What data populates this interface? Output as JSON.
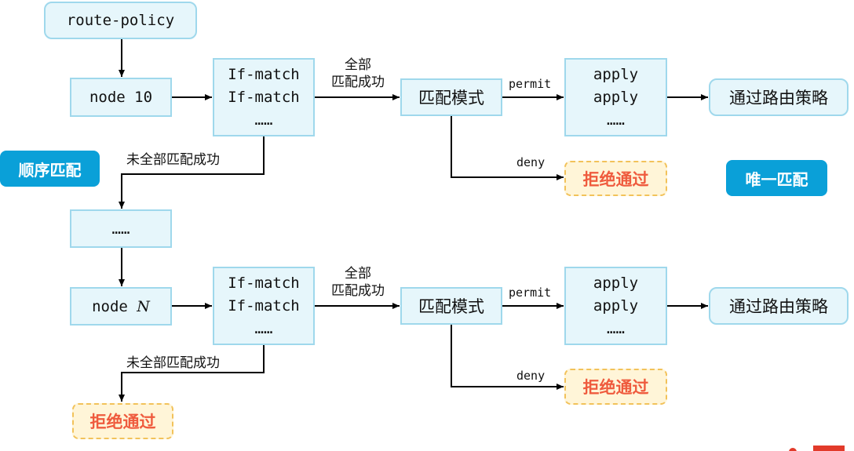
{
  "start": "route-policy",
  "sequential_tag": "顺序匹配",
  "unique_tag": "唯一匹配",
  "node_first": "node 10",
  "node_last": "node",
  "node_last_var": "N",
  "ellipsis_box": "……",
  "if_match": [
    "If-match",
    "If-match",
    "……"
  ],
  "apply": [
    "apply",
    "apply",
    "……"
  ],
  "match_mode": "匹配模式",
  "pass_policy": "通过路由策略",
  "reject": "拒绝通过",
  "edge_all_match_1": "全部",
  "edge_all_match_2": "匹配成功",
  "edge_not_all_match": "未全部匹配成功",
  "edge_permit": "permit",
  "edge_deny": "deny",
  "colors": {
    "box_fill": "#e6f6fb",
    "box_border": "#9fd8ec",
    "tag": "#0aa0d8",
    "reject_text": "#ef5b3e",
    "reject_fill": "#fff5d8"
  }
}
